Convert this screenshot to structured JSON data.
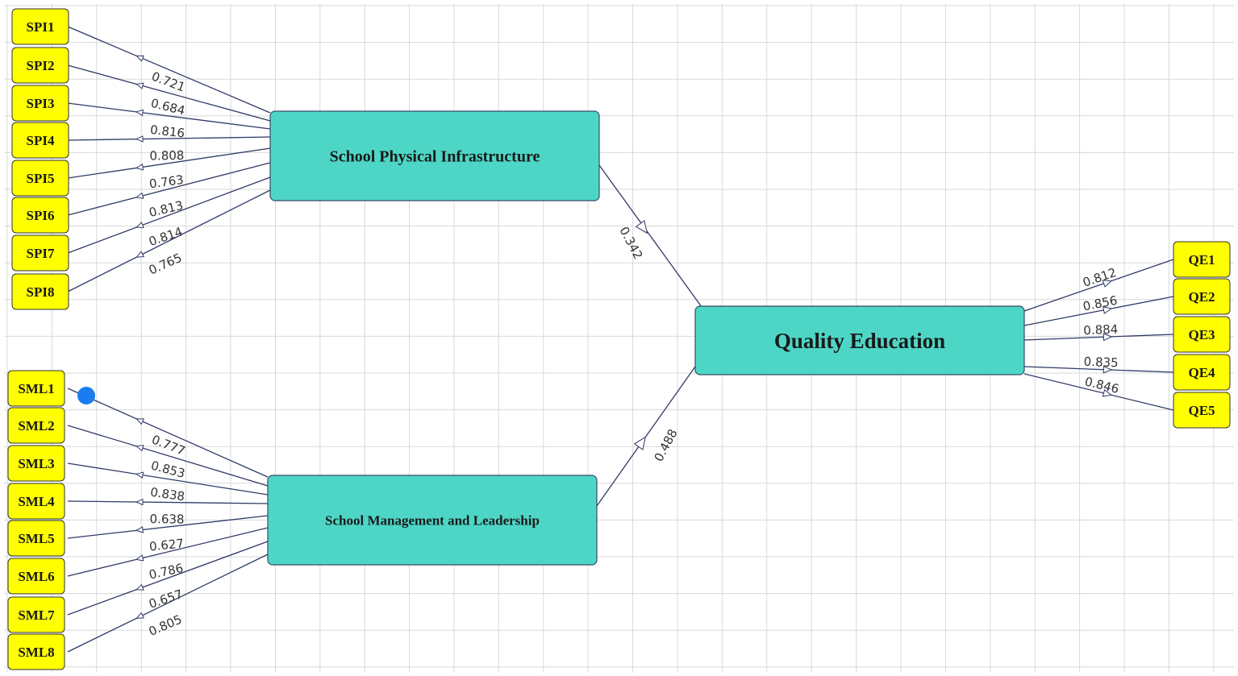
{
  "diagram": {
    "type": "structural-equation-model",
    "colors": {
      "indicator_fill": "#ffff00",
      "construct_fill": "#4dd6c6",
      "edge": "#2f3a66",
      "grid": "#d8d8d8",
      "selection_dot": "#1a7cf0"
    },
    "constructs": [
      {
        "id": "spi",
        "label": "School Physical Infrastructure"
      },
      {
        "id": "sml",
        "label": "School Management and Leadership"
      },
      {
        "id": "qe",
        "label": "Quality Education"
      }
    ],
    "indicators": {
      "spi": [
        "SPI1",
        "SPI2",
        "SPI3",
        "SPI4",
        "SPI5",
        "SPI6",
        "SPI7",
        "SPI8"
      ],
      "sml": [
        "SML1",
        "SML2",
        "SML3",
        "SML4",
        "SML5",
        "SML6",
        "SML7",
        "SML8"
      ],
      "qe": [
        "QE1",
        "QE2",
        "QE3",
        "QE4",
        "QE5"
      ]
    },
    "loadings": {
      "spi": [
        "0.721",
        "0.684",
        "0.816",
        "0.808",
        "0.763",
        "0.813",
        "0.814",
        "0.765"
      ],
      "sml": [
        "0.777",
        "0.853",
        "0.838",
        "0.638",
        "0.627",
        "0.786",
        "0.657",
        "0.805"
      ],
      "qe": [
        "0.812",
        "0.856",
        "0.884",
        "0.835",
        "0.846"
      ]
    },
    "paths": [
      {
        "from": "spi",
        "to": "qe",
        "coefficient": "0.342"
      },
      {
        "from": "sml",
        "to": "qe",
        "coefficient": "0.488"
      }
    ]
  }
}
